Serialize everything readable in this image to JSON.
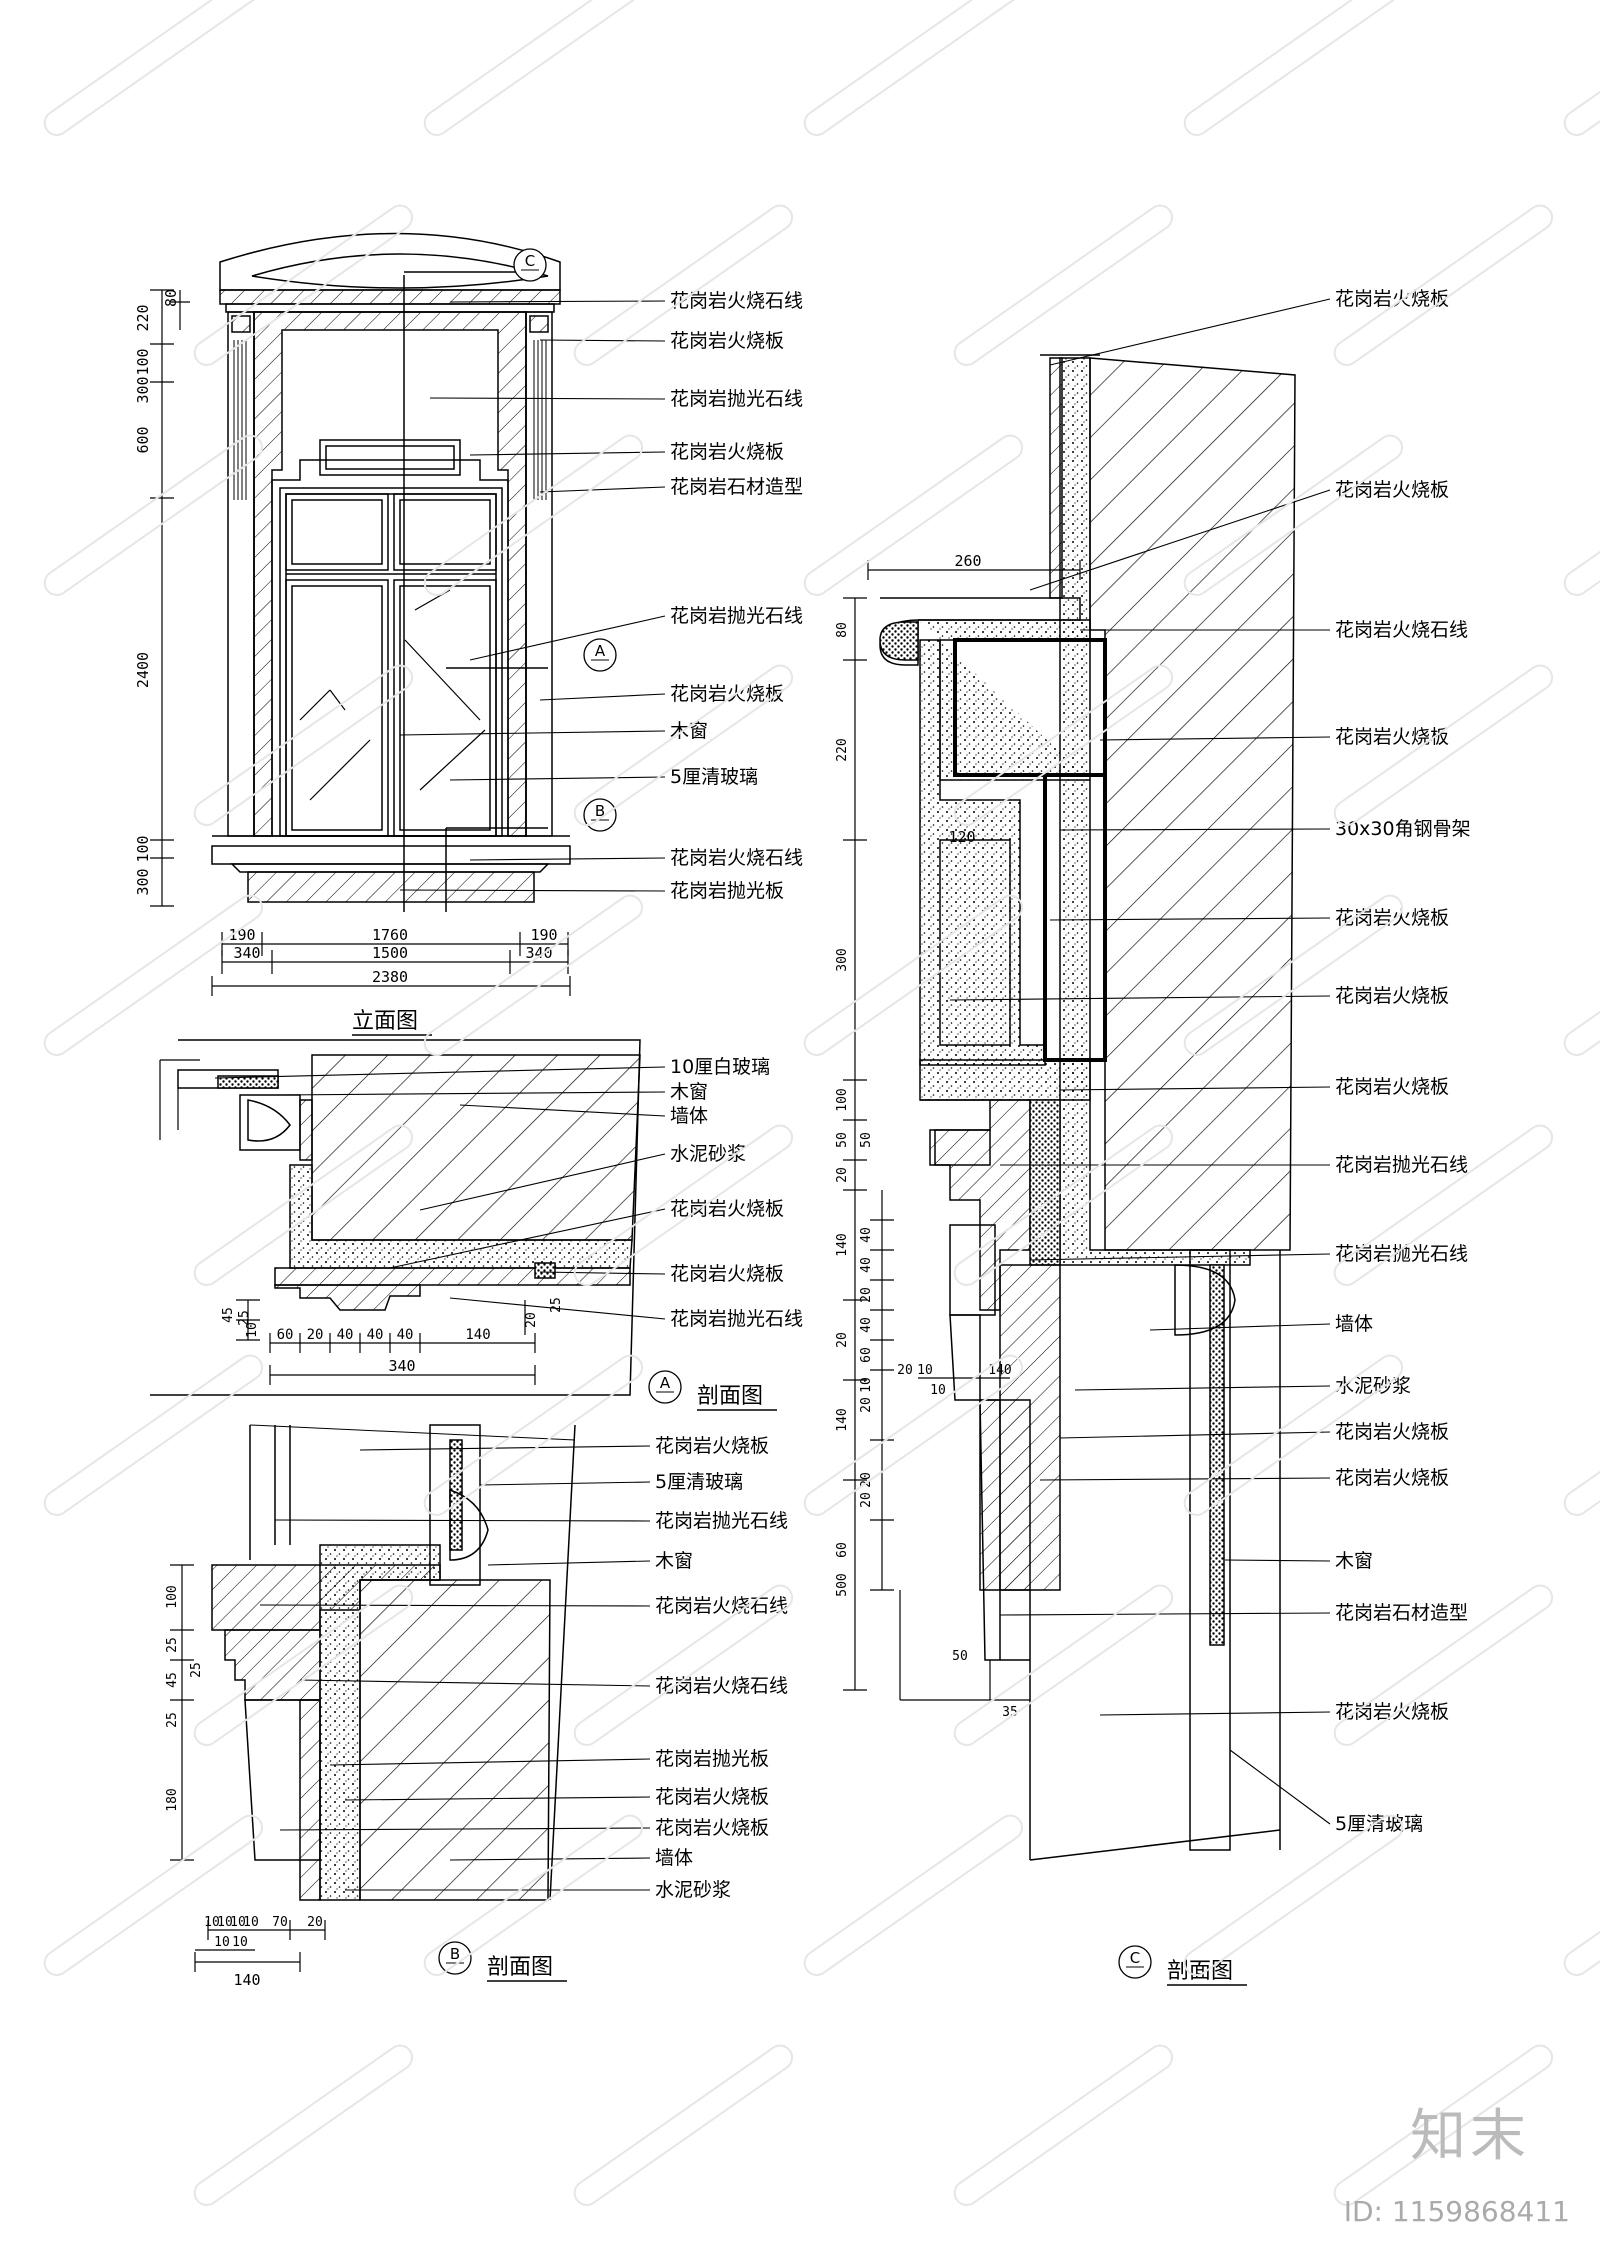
{
  "views": {
    "elevation": {
      "title": "立面图",
      "left_dims": [
        "220",
        "80",
        "100",
        "300",
        "600",
        "2400",
        "100",
        "300"
      ],
      "bottom_dims": {
        "row1": [
          "190",
          "1760",
          "190"
        ],
        "row2": [
          "340",
          "1500",
          "340"
        ],
        "row3": [
          "2380"
        ]
      },
      "markers": [
        "C",
        "A",
        "B"
      ],
      "labels": [
        "花岗岩火烧石线",
        "花岗岩火烧板",
        "花岗岩抛光石线",
        "花岗岩火烧板",
        "花岗岩石材造型",
        "花岗岩抛光石线",
        "花岗岩火烧板",
        "木窗",
        "5厘清玻璃",
        "花岗岩火烧石线",
        "花岗岩抛光板"
      ]
    },
    "section_a": {
      "marker": "A",
      "title": "剖面图",
      "labels": [
        "10厘白玻璃",
        "木窗",
        "墙体",
        "水泥砂浆",
        "花岗岩火烧板",
        "花岗岩火烧板",
        "花岗岩抛光石线"
      ],
      "left_dims": [
        "45",
        "25",
        "10"
      ],
      "right_dims": [
        "20",
        "25"
      ],
      "bottom_dims": {
        "row1": [
          "60",
          "20",
          "40",
          "40",
          "40",
          "140"
        ],
        "row2": [
          "340"
        ]
      }
    },
    "section_b": {
      "marker": "B",
      "title": "剖面图",
      "labels": [
        "花岗岩火烧板",
        "5厘清玻璃",
        "花岗岩抛光石线",
        "木窗",
        "花岗岩火烧石线",
        "花岗岩火烧石线",
        "花岗岩抛光板",
        "花岗岩火烧板",
        "花岗岩火烧板",
        "墙体",
        "水泥砂浆"
      ],
      "left_dims": [
        "100",
        "25",
        "45",
        "25",
        "25",
        "180"
      ],
      "bottom_dims": {
        "row1": [
          "10",
          "10",
          "10",
          "10",
          "70",
          "20"
        ],
        "row2": [
          "10",
          "10"
        ],
        "row3": [
          "140"
        ]
      }
    },
    "section_c": {
      "marker": "C",
      "title": "剖面图",
      "labels": [
        "花岗岩火烧板",
        "花岗岩火烧板",
        "花岗岩火烧石线",
        "花岗岩火烧板",
        "30x30角钢骨架",
        "花岗岩火烧板",
        "花岗岩火烧板",
        "花岗岩火烧板",
        "花岗岩抛光石线",
        "花岗岩抛光石线",
        "墙体",
        "水泥砂浆",
        "花岗岩火烧板",
        "花岗岩火烧板",
        "木窗",
        "花岗岩石材造型",
        "花岗岩火烧板",
        "5厘清玻璃"
      ],
      "top_dim": "260",
      "inner_dim": "120",
      "left_dims": [
        "80",
        "220",
        "300",
        "100",
        "50",
        "50",
        "20",
        "140",
        "40",
        "40",
        "20",
        "40",
        "60",
        "20",
        "10",
        "20",
        "140",
        "20",
        "20",
        "500",
        "60"
      ],
      "small_dims": [
        "20",
        "10",
        "10",
        "140",
        "50",
        "35"
      ]
    }
  },
  "watermark": {
    "logo": "知末",
    "id_text": "ID: 1159868411"
  }
}
